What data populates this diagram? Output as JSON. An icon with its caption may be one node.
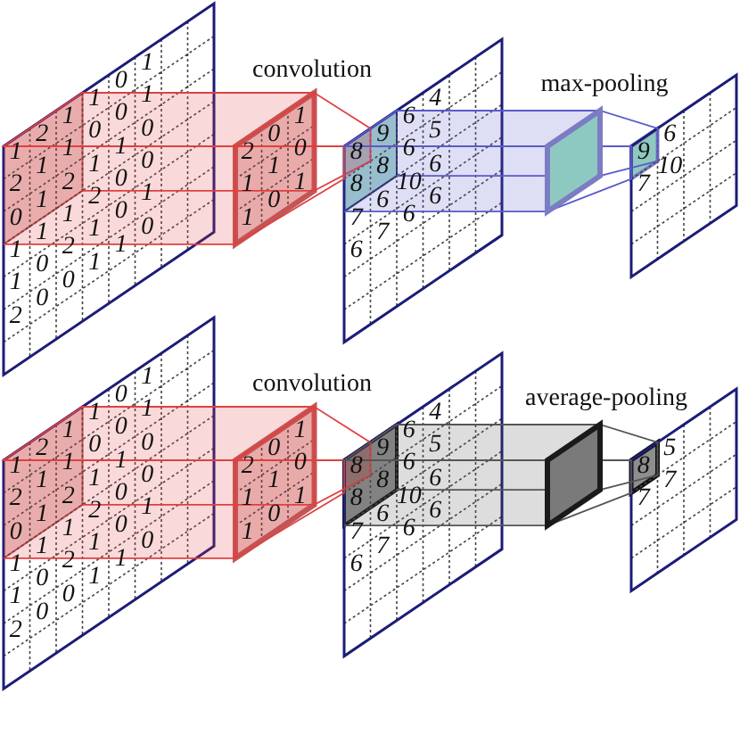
{
  "diagram": {
    "nodes": [
      {
        "text": [
          "1",
          "2",
          "1",
          "1",
          "0",
          "1",
          "2",
          "1",
          "1",
          "0",
          "0",
          "1",
          "0",
          "1",
          "2",
          "1",
          "1",
          "0",
          "1",
          "1",
          "1",
          "2",
          "0",
          "0",
          "1",
          "0",
          "2",
          "1",
          "0",
          "1",
          "2",
          "0",
          "0",
          "1",
          "1",
          "0"
        ]
      },
      {
        "text": [
          "2",
          "0",
          "1",
          "1",
          "1",
          "0",
          "1",
          "0",
          "1"
        ]
      },
      {
        "text": [
          "8",
          "9",
          "6",
          "4",
          "8",
          "8",
          "6",
          "5",
          "7",
          "6",
          "10",
          "6",
          "6",
          "7",
          "6",
          "6"
        ]
      },
      {
        "text": [],
        "shape": "box"
      },
      {
        "text": [
          "9",
          "6",
          "7",
          "10"
        ]
      },
      {
        "text": [
          "1",
          "2",
          "1",
          "1",
          "0",
          "1",
          "2",
          "1",
          "1",
          "0",
          "0",
          "1",
          "0",
          "1",
          "2",
          "1",
          "1",
          "0",
          "1",
          "1",
          "1",
          "2",
          "0",
          "0",
          "1",
          "0",
          "2",
          "1",
          "0",
          "1",
          "2",
          "0",
          "0",
          "1",
          "1",
          "0"
        ]
      },
      {
        "text": [
          "2",
          "0",
          "1",
          "1",
          "1",
          "0",
          "1",
          "0",
          "1"
        ]
      },
      {
        "text": [
          "8",
          "9",
          "6",
          "4",
          "8",
          "8",
          "6",
          "5",
          "7",
          "6",
          "10",
          "6",
          "6",
          "7",
          "6",
          "6"
        ]
      },
      {
        "text": [],
        "shape": "box"
      },
      {
        "text": [
          "8",
          "5",
          "7",
          "7"
        ]
      }
    ],
    "edges": [
      {
        "from": 0,
        "to": 1,
        "arrow": "none"
      },
      {
        "from": 1,
        "to": 2,
        "arrow": "none"
      },
      {
        "from": 2,
        "to": 3,
        "arrow": "none",
        "color": "#5a5ac8"
      },
      {
        "from": 3,
        "to": 4,
        "arrow": "none",
        "color": "#5a5ac8"
      },
      {
        "from": 5,
        "to": 6,
        "arrow": "none"
      },
      {
        "from": 6,
        "to": 7,
        "arrow": "none"
      },
      {
        "from": 7,
        "to": 8,
        "arrow": "none",
        "color": "#555555"
      },
      {
        "from": 8,
        "to": 9,
        "arrow": "none",
        "color": "#555555"
      }
    ],
    "labels": [
      "convolution",
      "max-pooling",
      "convolution",
      "average-pooling"
    ]
  }
}
